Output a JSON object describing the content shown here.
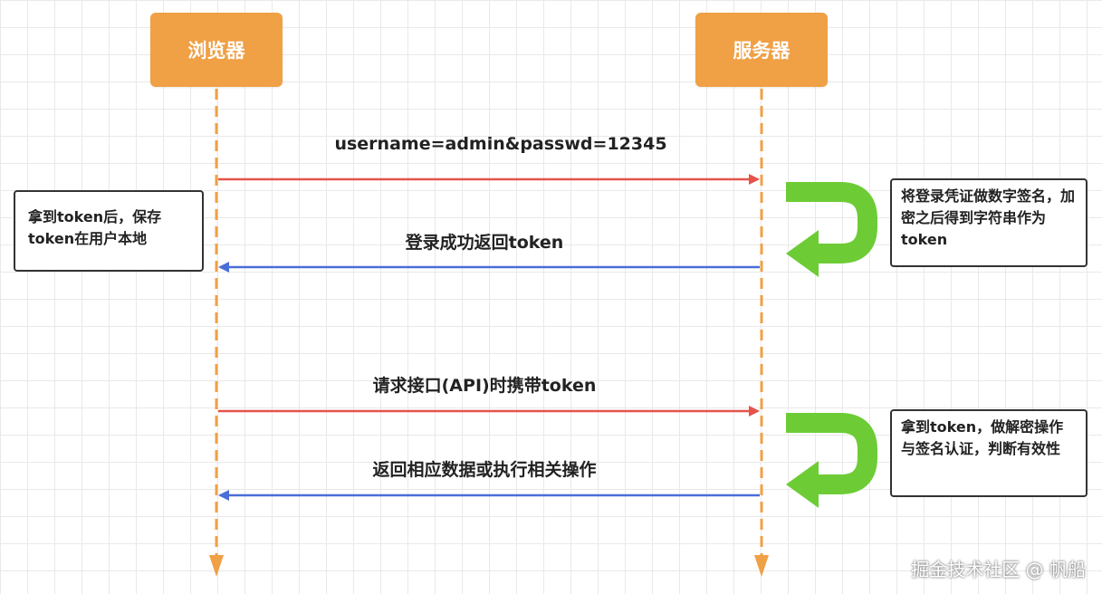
{
  "actors": {
    "browser": "浏览器",
    "server": "服务器"
  },
  "messages": [
    {
      "label": "username=admin&passwd=12345",
      "direction": "browser-to-server",
      "color": "#e5534b"
    },
    {
      "label": "登录成功返回token",
      "direction": "server-to-browser",
      "color": "#4a6ed8"
    },
    {
      "label": "请求接口(API)时携带token",
      "direction": "browser-to-server",
      "color": "#e5534b"
    },
    {
      "label": "返回相应数据或执行相关操作",
      "direction": "server-to-browser",
      "color": "#4a6ed8"
    }
  ],
  "notes": {
    "client_note": "拿到token后，保存token在用户本地",
    "server_note_1": "将登录凭证做数字签名，加密之后得到字符串作为token",
    "server_note_2": "拿到token，做解密操作与签名认证，判断有效性"
  },
  "watermark": "掘金技术社区 @ 帆船",
  "colors": {
    "actor": "#f0a045",
    "lifeline": "#f0a045",
    "request_arrow": "#e5534b",
    "response_arrow": "#4a6ed8",
    "self_arrow": "#6dcc35"
  }
}
